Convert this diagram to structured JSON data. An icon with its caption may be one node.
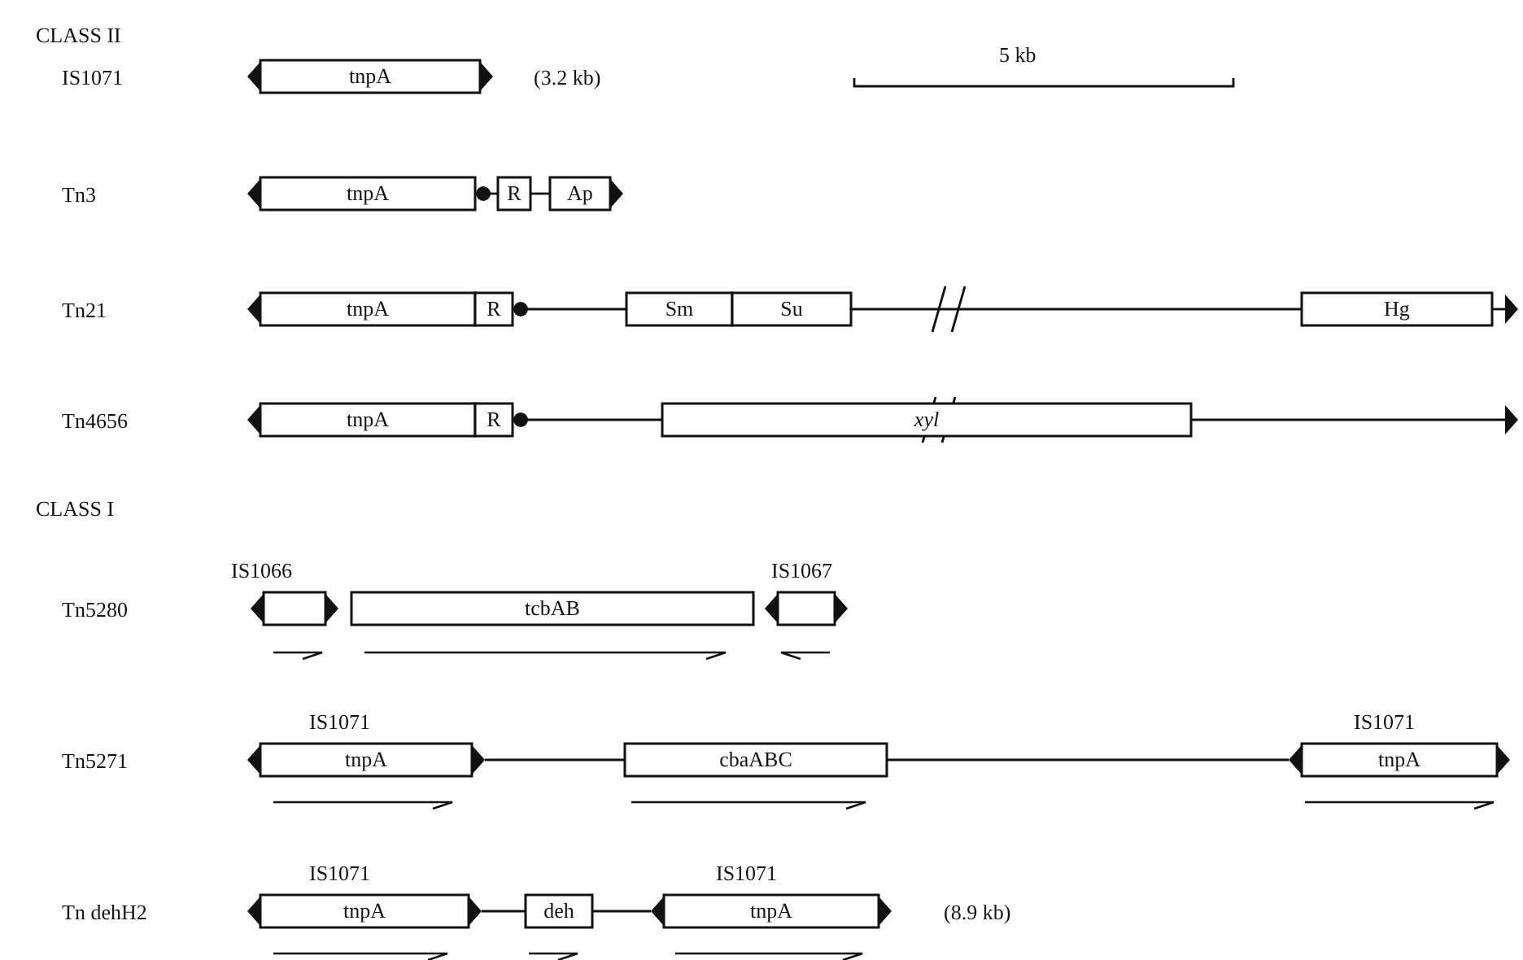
{
  "diagram": {
    "nodes": [
      {
        "text": [
          "tnpA"
        ]
      },
      {
        "text": [
          "tnpA"
        ]
      },
      {
        "text": [
          "R"
        ]
      },
      {
        "text": [
          "Ap"
        ]
      },
      {
        "text": [
          "tnpA"
        ]
      },
      {
        "text": [
          "R"
        ]
      },
      {
        "text": [
          "Sm"
        ]
      },
      {
        "text": [
          "Su"
        ]
      },
      {
        "text": [
          "Hg"
        ]
      },
      {
        "text": [
          "tnpA"
        ]
      },
      {
        "text": [
          "R"
        ]
      },
      {
        "text": [
          "xyl"
        ]
      },
      {
        "text": [
          "IS1066"
        ]
      },
      {
        "text": [
          "tcbAB"
        ]
      },
      {
        "text": [
          "IS1067"
        ]
      },
      {
        "text": [
          "IS1071",
          "tnpA"
        ]
      },
      {
        "text": [
          "cbaABC"
        ]
      },
      {
        "text": [
          "IS1071",
          "tnpA"
        ]
      },
      {
        "text": [
          "IS1071",
          "tnpA"
        ]
      },
      {
        "text": [
          "deh"
        ]
      },
      {
        "text": [
          "IS1071",
          "tnpA"
        ]
      }
    ],
    "edges": [
      {
        "from": 1,
        "to": 2,
        "arrow": "other"
      },
      {
        "from": 2,
        "to": 3,
        "arrow": "none"
      },
      {
        "from": 5,
        "to": 6,
        "arrow": "other"
      },
      {
        "from": 7,
        "to": 8,
        "arrow": "none"
      },
      {
        "from": 10,
        "to": 11,
        "arrow": "other"
      },
      {
        "from": 15,
        "to": 16,
        "arrow": "none"
      },
      {
        "from": 16,
        "to": 17,
        "arrow": "none"
      },
      {
        "from": 18,
        "to": 19,
        "arrow": "none"
      },
      {
        "from": 19,
        "to": 20,
        "arrow": "none"
      }
    ],
    "labels": [
      "CLASS II",
      "IS1071",
      "(3.2 kb)",
      "5 kb",
      "Tn3",
      "Tn21",
      "Tn4656",
      "CLASS I",
      "Tn5280",
      "Tn5271",
      "Tn dehH2",
      "(8.9 kb)"
    ]
  }
}
